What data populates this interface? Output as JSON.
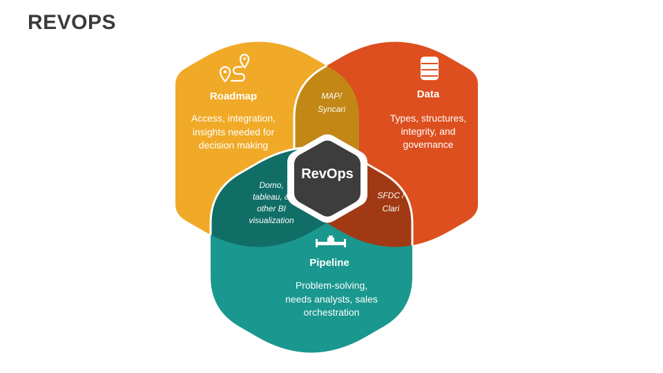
{
  "title": "REVOPS",
  "center": {
    "label": "RevOps"
  },
  "sections": {
    "roadmap": {
      "heading": "Roadmap",
      "lines": [
        "Access, integration,",
        "insights needed for",
        "decision making"
      ],
      "icon": "route-pin-icon",
      "color": "#F0AA28"
    },
    "data": {
      "heading": "Data",
      "lines": [
        "Types, structures,",
        "integrity, and",
        "governance"
      ],
      "icon": "database-icon",
      "color": "#DD4F1F"
    },
    "pipeline": {
      "heading": "Pipeline",
      "lines": [
        "Problem-solving,",
        "needs analysts, sales",
        "orchestration"
      ],
      "icon": "pipeline-icon",
      "color": "#1A978E"
    }
  },
  "overlaps": {
    "roadmap_data": {
      "lines": [
        "MAP/",
        "Syncari"
      ],
      "color": "#C38716"
    },
    "data_pipeline": {
      "lines": [
        "SFDC /",
        "Clari"
      ],
      "color": "#A13A14"
    },
    "roadmap_pipeline": {
      "lines": [
        "Domo,",
        "tableau, &",
        "other BI",
        "visualization"
      ],
      "color": "#116E67"
    }
  }
}
